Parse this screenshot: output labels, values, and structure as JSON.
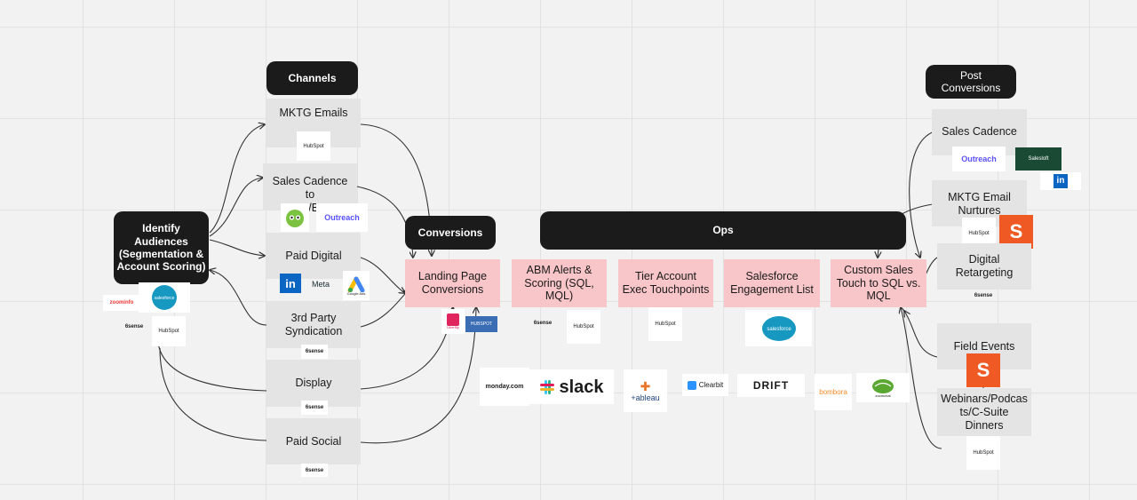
{
  "headers": {
    "channels": "Channels",
    "conversions": "Conversions",
    "ops": "Ops",
    "post_conversions": "Post\nConversions",
    "identify": "Identify\nAudiences\n(Segmentation &\nAccount Scoring)"
  },
  "channels": {
    "mktg_emails": "MKTG Emails",
    "sales_cadence_ab": "Sales Cadence to\nA/B",
    "paid_digital": "Paid Digital",
    "third_party": "3rd Party\nSyndication",
    "display": "Display",
    "paid_social": "Paid Social"
  },
  "conversions": {
    "landing_page": "Landing Page\nConversions"
  },
  "ops": {
    "abm_alerts": "ABM Alerts &\nScoring (SQL,\nMQL)",
    "tier_account": "Tier Account\nExec Touchpoints",
    "salesforce_list": "Salesforce\nEngagement List",
    "custom_sales": "Custom Sales\nTouch to SQL vs.\nMQL"
  },
  "post": {
    "sales_cadence": "Sales Cadence",
    "mktg_nurtures": "MKTG Email\nNurtures",
    "digital_retargeting": "Digital\nRetargeting",
    "field_events": "Field Events",
    "webinars": "Webinars/Podcas\nts/C-Suite\nDinners"
  },
  "logos": {
    "hubspot": "HubSpot",
    "outreach": "Outreach",
    "salesloft": "Salesloft",
    "linkedin": "in",
    "meta": "Meta",
    "google_ads": "Google Ads",
    "zoominfo": "zoominfo",
    "salesforce": "salesforce",
    "sense": "6sense",
    "uberflip": "Uberflip",
    "hubspot_upper": "HUBSPOT",
    "monday": "monday.com",
    "slack": "slack",
    "tableau": "+ableau",
    "clearbit": "Clearbit",
    "drift": "DRIFT",
    "bombora": "bombora",
    "zoom_chat": "zoomchat"
  },
  "colors": {
    "dark": "#1b1b1b",
    "pink": "#f8c5c8",
    "grey": "#e4e4e4",
    "outreach": "#5951ff",
    "salesforce": "#1798c1",
    "linkedin": "#0a66c2",
    "hubspot": "#ff7a59",
    "slack": "#4a154b",
    "orange": "#ef5a24"
  }
}
